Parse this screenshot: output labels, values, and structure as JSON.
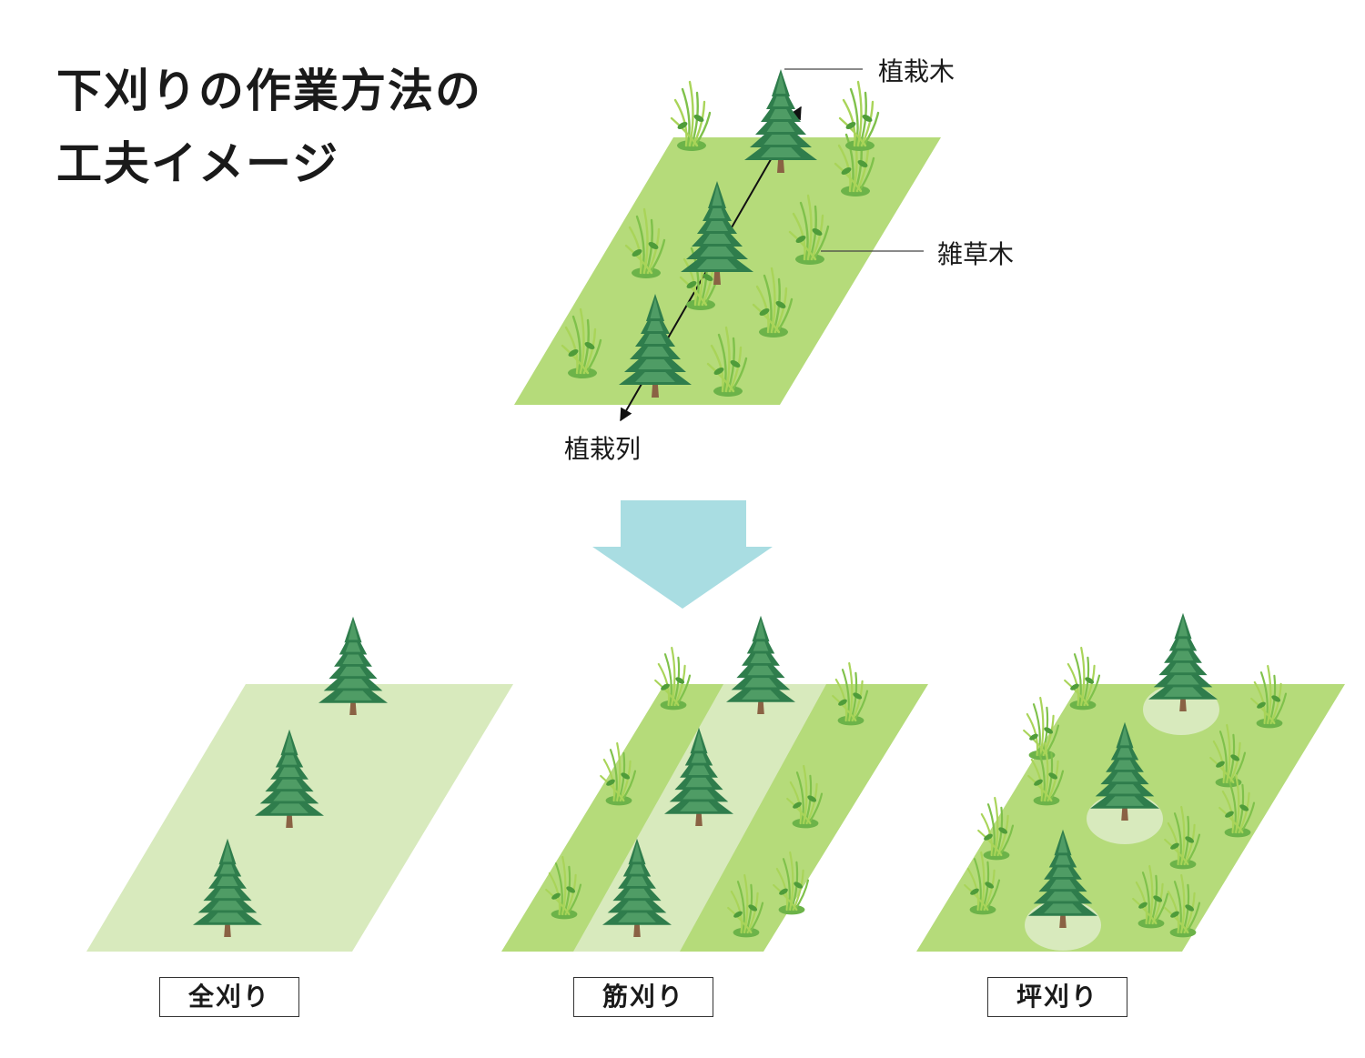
{
  "title": {
    "line1": "下刈りの作業方法の",
    "line2": "工夫イメージ"
  },
  "labels": {
    "planted_tree": "植栽木",
    "weed_tree": "雑草木",
    "planting_row": "植栽列"
  },
  "methods": [
    {
      "label": "全刈り"
    },
    {
      "label": "筋刈り"
    },
    {
      "label": "坪刈り"
    }
  ],
  "colors": {
    "field_dark": "#b5db7a",
    "field_light": "#d8eabd",
    "tree_dark": "#2f7d4c",
    "tree_light": "#4f9c65",
    "trunk": "#8a6244",
    "weed": "#7fc14b",
    "weed_light": "#a9d459",
    "arrow": "#a9dde2"
  }
}
